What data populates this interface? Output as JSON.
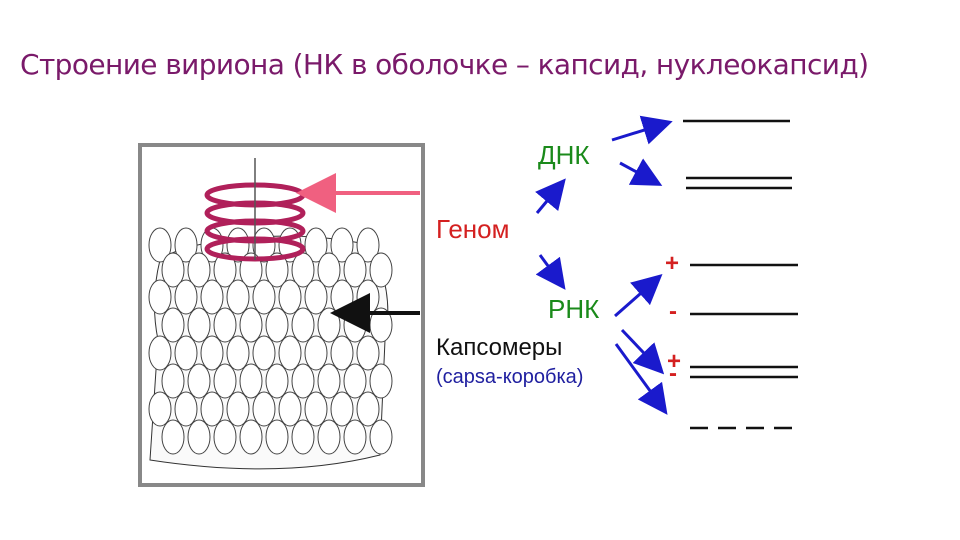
{
  "title": "Строение вириона (НК в оболочке – капсид, нуклеокапсид)",
  "labels": {
    "dnk": "ДНК",
    "genome": "Геном",
    "rnk": "РНК",
    "capsomers": "Капсомеры",
    "capsa": "(capsa-коробка)"
  },
  "signs": {
    "plus1": "+",
    "minus1": "-",
    "plus2": "+",
    "minus2": "-"
  },
  "colors": {
    "title": "#7a1a6a",
    "arrow_blue": "#1a1acc",
    "helix": "#b0205a",
    "pink_arrow": "#f06080"
  }
}
